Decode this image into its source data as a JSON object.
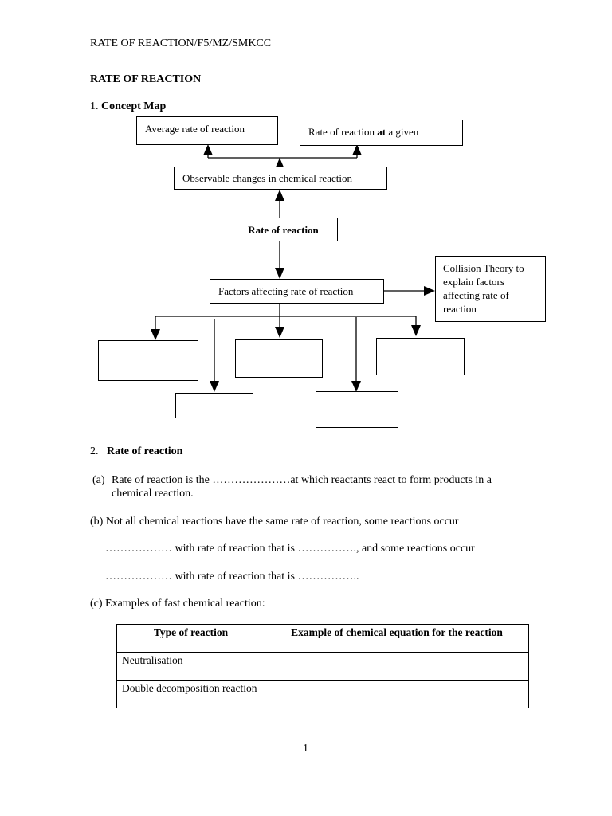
{
  "header": "RATE OF REACTION/F5/MZ/SMKCC",
  "title": "RATE OF REACTION",
  "section1": {
    "number": "1.",
    "label": "Concept  Map"
  },
  "concept_map": {
    "average_rate": "Average rate of reaction",
    "rate_given_pre": "Rate of reaction ",
    "rate_given_bold": "at",
    "rate_given_post": " a given",
    "observable": "Observable changes in chemical reaction",
    "center": "Rate of reaction",
    "factors": "Factors affecting rate of reaction",
    "collision": "Collision Theory to explain factors affecting rate of reaction"
  },
  "section2": {
    "number": "2.",
    "label": "Rate of reaction"
  },
  "para_a_label": "(a)",
  "para_a_line1": "Rate of reaction is the …………………at which reactants react to form products in a",
  "para_a_line2": "chemical reaction.",
  "para_b_line1": "(b) Not all chemical reactions have the same rate of reaction, some reactions occur",
  "para_b_line2": "……………… with rate of reaction that is ……………., and some reactions occur",
  "para_b_line3": "……………… with rate of reaction that is ……………..",
  "para_c": "(c) Examples of fast chemical reaction:",
  "table": {
    "headers": [
      "Type of reaction",
      "Example of chemical equation for the reaction"
    ],
    "rows": [
      [
        "Neutralisation",
        ""
      ],
      [
        "Double decomposition reaction",
        ""
      ]
    ]
  },
  "page_number": "1"
}
